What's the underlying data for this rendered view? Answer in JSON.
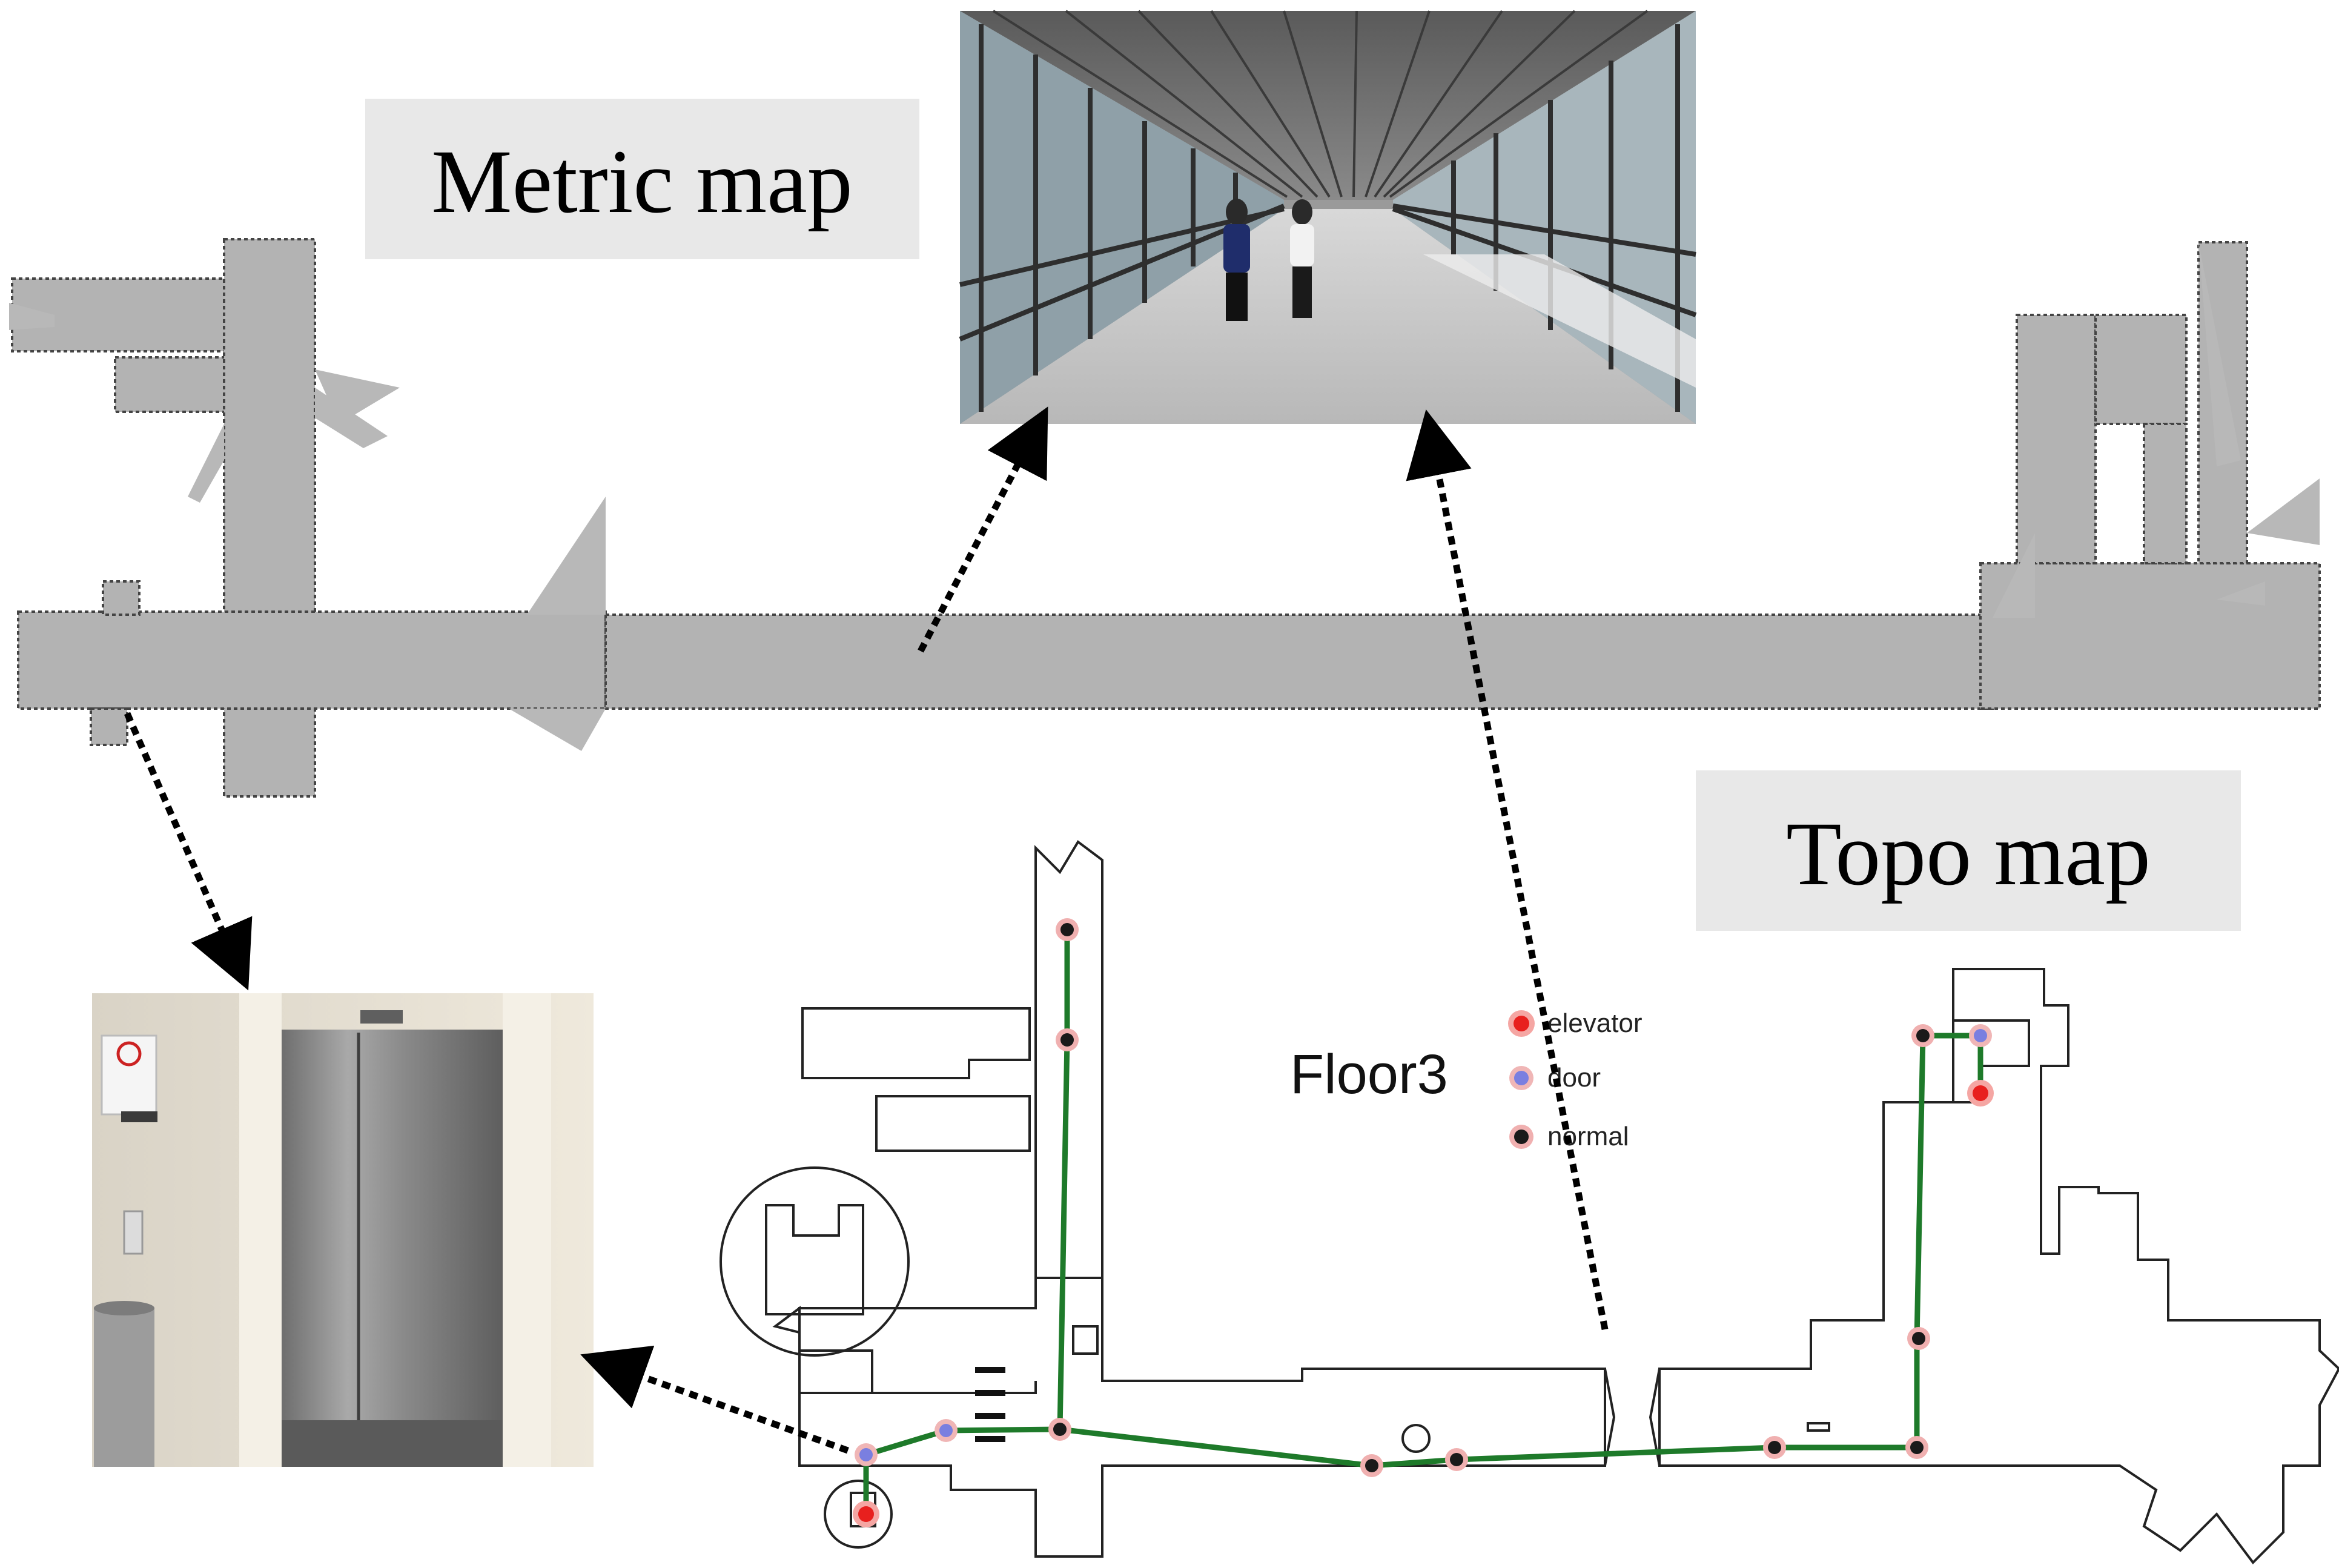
{
  "labels": {
    "metric_map": "Metric map",
    "topo_map": "Topo map",
    "floor": "Floor3"
  },
  "legend": [
    {
      "label": "elevator",
      "color": "#e8201e",
      "ring": "#f5a6a3"
    },
    {
      "label": "door",
      "color": "#7a7fe0",
      "ring": "#f0b6b6"
    },
    {
      "label": "normal",
      "color": "#1a1a1a",
      "ring": "#f0b0b0"
    }
  ],
  "colors": {
    "metric_fill": "#b3b3b3",
    "path": "#1e7a2a",
    "outline": "#222222"
  },
  "photos": [
    {
      "name": "corridor-photo",
      "content": "glass skybridge corridor with pedestrians"
    },
    {
      "name": "elevator-photo",
      "content": "stainless steel elevator doors"
    }
  ]
}
